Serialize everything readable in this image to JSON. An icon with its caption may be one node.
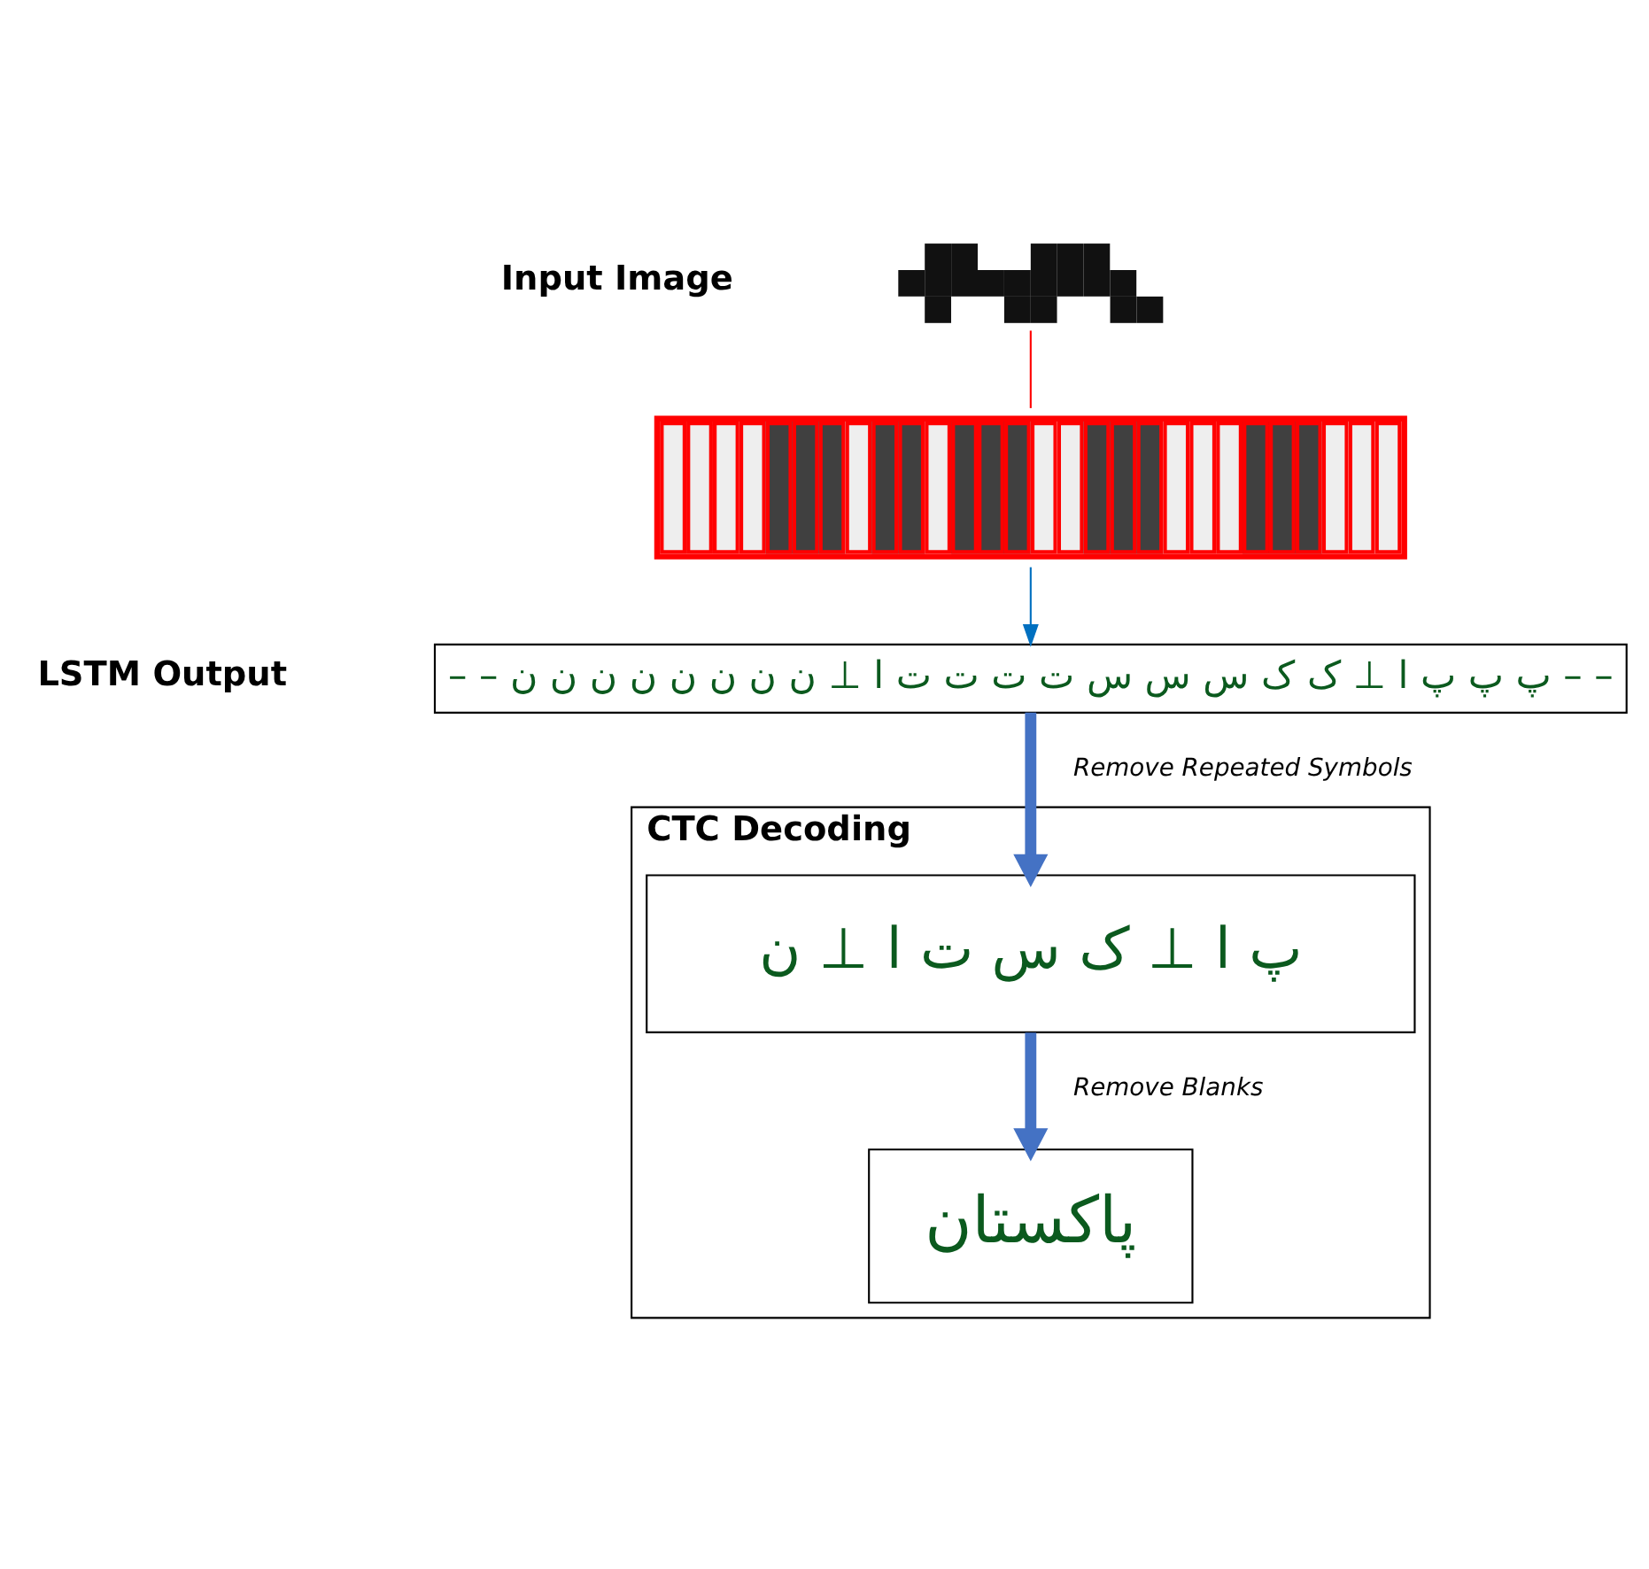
{
  "diagram": {
    "nodes": [
      {
        "text": [],
        "shape": "picture"
      },
      {
        "text": [],
        "shape": "picture"
      },
      {
        "text": [
          "– – پ پ پ ا ⊥ ک ک س س س ت ت ت ت ا ⊥ ن ن ن ن ن ن ن ن – –"
        ]
      },
      {
        "text": [
          "CTC Decoding"
        ]
      },
      {
        "text": [
          "پ ا ⊥ ک س ت ا ⊥ ن"
        ],
        "in": 3
      },
      {
        "text": [
          "پاکستان"
        ],
        "in": 3
      }
    ],
    "edges": [
      {
        "from": 0,
        "to": 1,
        "arrow": "none",
        "color": "#ff0000"
      },
      {
        "from": 1,
        "to": 2,
        "arrow": "to",
        "color": "#0070c0"
      },
      {
        "from": 2,
        "to": 4,
        "arrow": "to",
        "label": "Remove Repeated Symbols",
        "style": "thick",
        "color": "#4472c4"
      },
      {
        "from": 4,
        "to": 5,
        "arrow": "to",
        "label": "Remove Blanks",
        "style": "thick",
        "color": "#4472c4"
      }
    ],
    "labels": [
      "Input Image",
      "LSTM Output"
    ]
  }
}
